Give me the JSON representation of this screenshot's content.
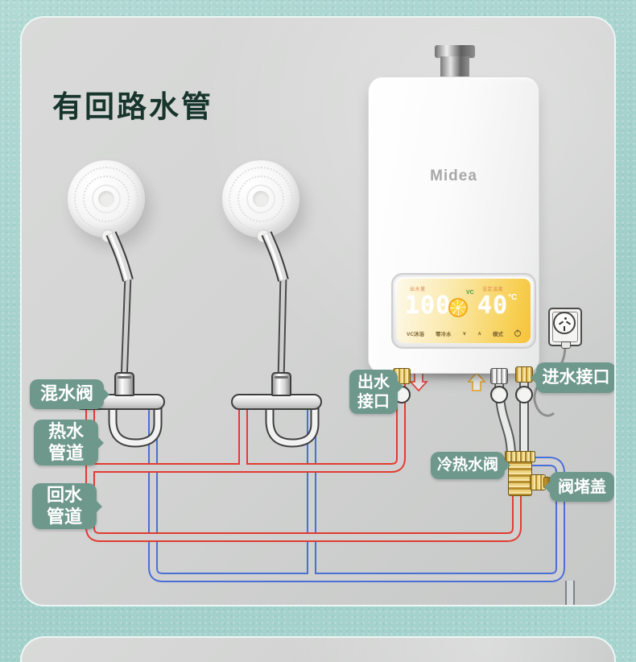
{
  "title": "有回路水管",
  "bubbles": {
    "mixing_valve": "混水阀",
    "hot_pipe": {
      "line1": "热水",
      "line2": "管道"
    },
    "return_pipe": {
      "line1": "回水",
      "line2": "管道"
    },
    "outlet": {
      "line1": "出水",
      "line2": "接口"
    },
    "inlet": "进水接口",
    "mix_tee_valve": "冷热水阀",
    "valve_plug_cap": "阀堵盖"
  },
  "heater": {
    "brand": "Midea",
    "display": {
      "flow_caption": "出水量",
      "flow_value": "100",
      "vc_badge": "VC",
      "temp_caption": "设定温度",
      "temp_value": "40",
      "temp_unit": "°C",
      "buttons": [
        "VC沐浴",
        "零冷水",
        "∨",
        "∧",
        "模式"
      ]
    }
  },
  "colors": {
    "hot_pipe_red": "#e23b33",
    "cold_pipe_blue": "#4a6fd6",
    "label_bubble_green": "#6f988c",
    "title_green": "#17352c",
    "display_yellow": "#f6c844",
    "brass": "#d9b54a",
    "background_teal": "#a7d4cf"
  }
}
